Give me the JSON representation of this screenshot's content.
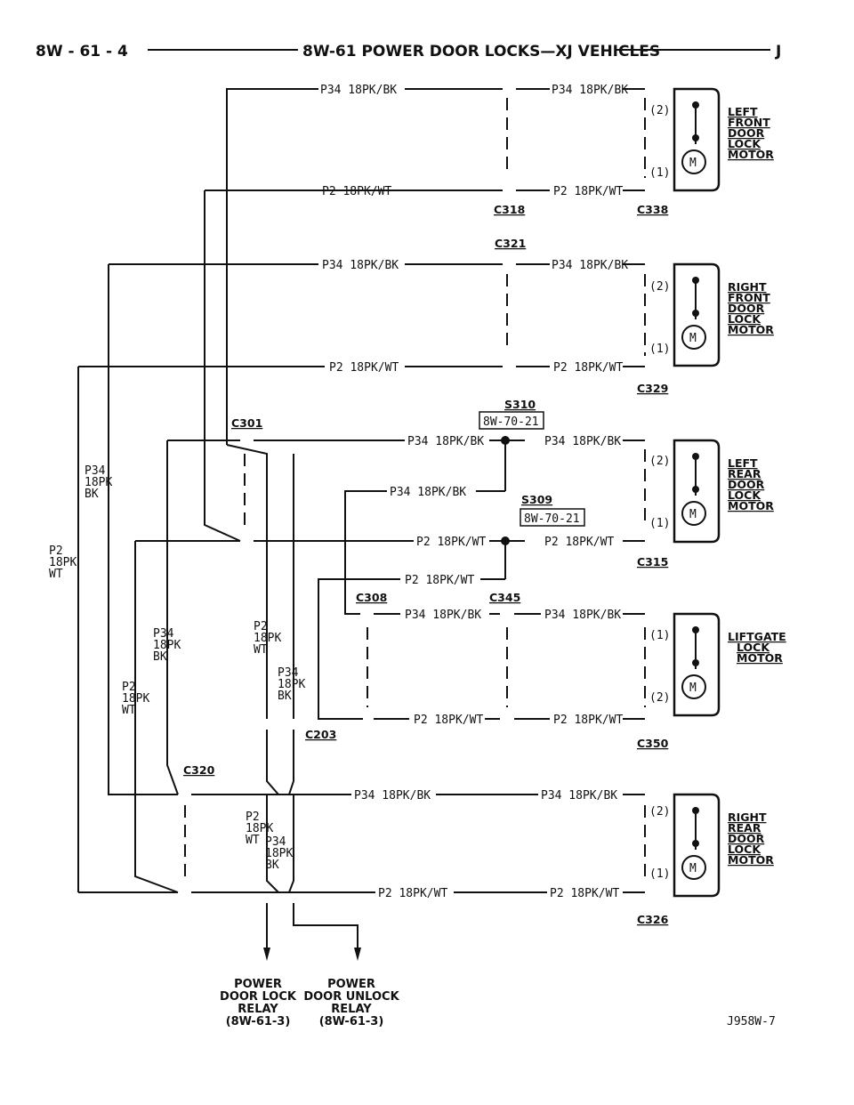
{
  "header": {
    "left": "8W - 61 - 4",
    "title": "8W-61 POWER DOOR LOCKS—XJ VEHICLES",
    "right": "J"
  },
  "wires": {
    "p34": "P34 18PK/BK",
    "p2": "P2 18PK/WT"
  },
  "connectors": {
    "c318": "C318",
    "c338": "C338",
    "c321": "C321",
    "c329": "C329",
    "s310": "S310",
    "s310_ref": "8W-70-21",
    "c301": "C301",
    "s309": "S309",
    "s309_ref": "8W-70-21",
    "c315": "C315",
    "c308": "C308",
    "c345": "C345",
    "c350": "C350",
    "c203": "C203",
    "c320": "C320",
    "c326": "C326"
  },
  "motors": [
    {
      "lines": [
        "LEFT",
        "FRONT",
        "DOOR",
        "LOCK",
        "MOTOR"
      ],
      "pins": [
        "(2)",
        "(1)"
      ]
    },
    {
      "lines": [
        "RIGHT",
        "FRONT",
        "DOOR",
        "LOCK",
        "MOTOR"
      ],
      "pins": [
        "(2)",
        "(1)"
      ]
    },
    {
      "lines": [
        "LEFT",
        "REAR",
        "DOOR",
        "LOCK",
        "MOTOR"
      ],
      "pins": [
        "(2)",
        "(1)"
      ]
    },
    {
      "lines": [
        "LIFTGATE",
        "LOCK",
        "MOTOR"
      ],
      "pins": [
        "(1)",
        "(2)"
      ]
    },
    {
      "lines": [
        "RIGHT",
        "REAR",
        "DOOR",
        "LOCK",
        "MOTOR"
      ],
      "pins": [
        "(2)",
        "(1)"
      ]
    }
  ],
  "motor_symbol": "M",
  "side_labels": {
    "a": [
      "P34",
      "18PK",
      "BK"
    ],
    "b": [
      "P2",
      "18PK",
      "WT"
    ],
    "c": [
      "P34",
      "18PK",
      "BK"
    ],
    "d": [
      "P2",
      "18PK",
      "WT"
    ],
    "e": [
      "P2",
      "18PK",
      "WT"
    ],
    "f": [
      "P34",
      "18PK",
      "BK"
    ],
    "g": [
      "P2",
      "18PK",
      "WT"
    ],
    "h": [
      "P34",
      "18PK",
      "BK"
    ]
  },
  "relays": {
    "lock": [
      "POWER",
      "DOOR LOCK",
      "RELAY",
      "(8W-61-3)"
    ],
    "unlock": [
      "POWER",
      "DOOR UNLOCK",
      "RELAY",
      "(8W-61-3)"
    ]
  },
  "figure_id": "J958W-7"
}
